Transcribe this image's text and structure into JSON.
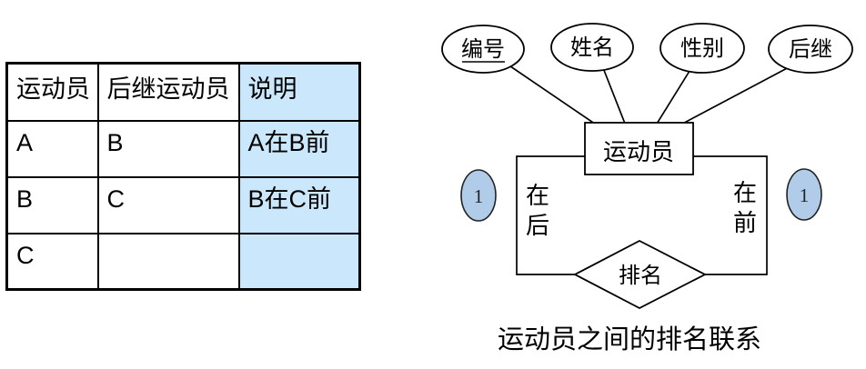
{
  "table": {
    "headers": [
      "运动员",
      "后继运动员",
      "说明"
    ],
    "rows": [
      [
        "A",
        "B",
        "A在B前"
      ],
      [
        "B",
        "C",
        "B在C前"
      ],
      [
        "C",
        "",
        ""
      ]
    ]
  },
  "diagram": {
    "attributes": [
      "编号",
      "姓名",
      "性别",
      "后继"
    ],
    "primary_key": "编号",
    "entity": "运动员",
    "relationship": "排名",
    "role_left": [
      "在",
      "后"
    ],
    "role_right": [
      "在",
      "前"
    ],
    "cardinality_left": "1",
    "cardinality_right": "1",
    "caption": "运动员之间的排名联系"
  },
  "colors": {
    "highlight_cell": "#cbe7fb",
    "cardinality_fill": "#b0cce9",
    "stroke": "#000000"
  }
}
